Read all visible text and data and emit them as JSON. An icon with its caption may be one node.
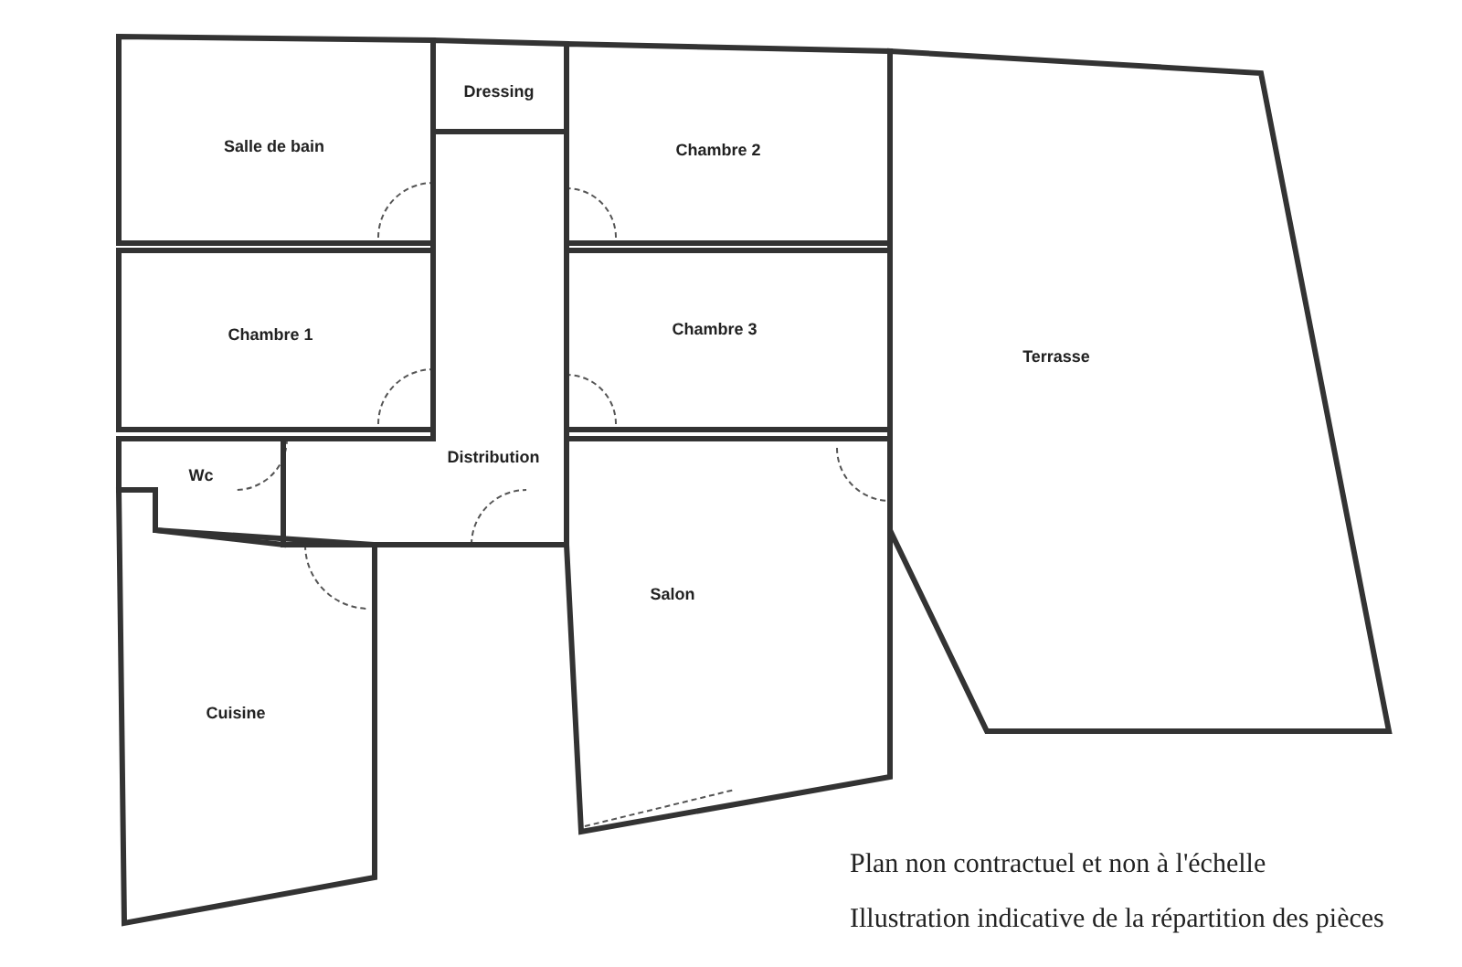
{
  "diagram": {
    "nodes": [
      {
        "text": [
          "Dressing"
        ]
      },
      {
        "text": [
          "Salle de bain"
        ]
      },
      {
        "text": [
          "Chambre 2"
        ]
      },
      {
        "text": [
          "Terrasse"
        ]
      },
      {
        "text": [
          "Chambre 1"
        ]
      },
      {
        "text": [
          "Chambre 3"
        ]
      },
      {
        "text": [
          "Wc"
        ]
      },
      {
        "text": [
          "Distribution"
        ]
      },
      {
        "text": [
          "Salon"
        ]
      },
      {
        "text": [
          "Cuisine"
        ]
      }
    ],
    "labels": [
      "Plan non contractuel et non à l'échelle",
      "Illustration indicative de la répartition des pièces"
    ]
  }
}
